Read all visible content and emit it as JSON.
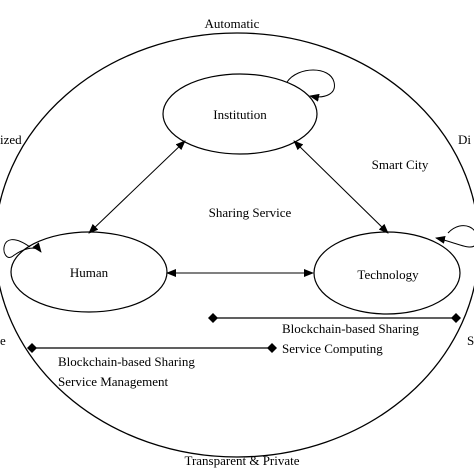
{
  "outer_labels": {
    "top": "Automatic",
    "left": "ized",
    "right": "Di",
    "left_lower": "e",
    "right_lower": "S",
    "bottom": "Transparent & Private"
  },
  "nodes": {
    "institution": "Institution",
    "human": "Human",
    "technology": "Technology"
  },
  "center_label": "Sharing Service",
  "smart_city": "Smart City",
  "computing": {
    "line1": "Blockchain-based Sharing",
    "line2": "Service Computing"
  },
  "management": {
    "line1": "Blockchain-based Sharing",
    "line2": "Service Management"
  }
}
